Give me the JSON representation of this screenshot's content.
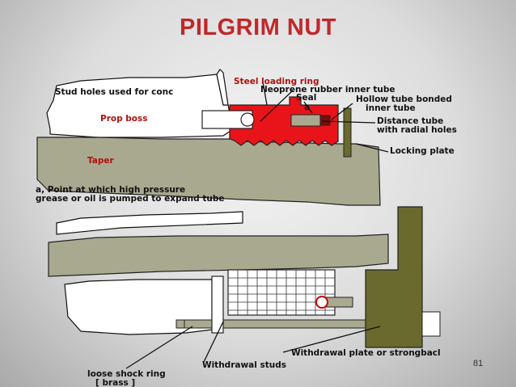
{
  "slide": {
    "title": "PILGRIM NUT",
    "number": "81"
  },
  "labels": {
    "stud_holes": "Stud holes used for conc",
    "steel_loading_ring": "Steel loading ring",
    "neoprene": "Neoprene rubber inner tube",
    "seal": "Seal",
    "a_marker": "a",
    "hollow_tube_1": "Hollow tube bonded",
    "hollow_tube_2": "inner tube",
    "prop_boss": "Prop boss",
    "distance_tube_1": "Distance tube",
    "distance_tube_2": "with radial holes",
    "taper": "Taper",
    "locking_plate": "Locking plate",
    "point_a_1": "a, Point at which high pressure",
    "point_a_2": "grease or oil is pumped to expand tube",
    "withdrawal_plate": "Withdrawal plate or strongbacl",
    "loose_shock_ring_1": "loose shock ring",
    "loose_shock_ring_2": "[ brass ]",
    "withdrawal_studs": "Withdrawal studs"
  },
  "colors": {
    "title": "#c0282a",
    "red_label": "#b01010",
    "nut_red": "#e8141a",
    "shaft_grey": "#a9a98f",
    "plate_olive": "#6b6a2e"
  }
}
